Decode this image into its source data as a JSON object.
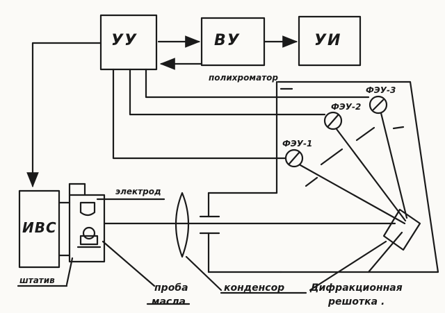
{
  "diagram": {
    "blocks": {
      "uu": "УУ",
      "vu": "ВУ",
      "ui": "УИ",
      "ivs": "ИВС"
    },
    "labels": {
      "polychromator": "полихроматор",
      "feu1": "ФЭУ-1",
      "feu2": "ФЭУ-2",
      "feu3": "ФЭУ-3",
      "electrode": "электрод",
      "stand": "штатив",
      "oil_sample_1": "проба",
      "oil_sample_2": "масла",
      "condenser": "конденсор",
      "grating_1": "Дифракционная",
      "grating_2": "решотка ."
    },
    "colors": {
      "ink": "#1a1a1a",
      "paper": "#fbfaf7"
    }
  }
}
